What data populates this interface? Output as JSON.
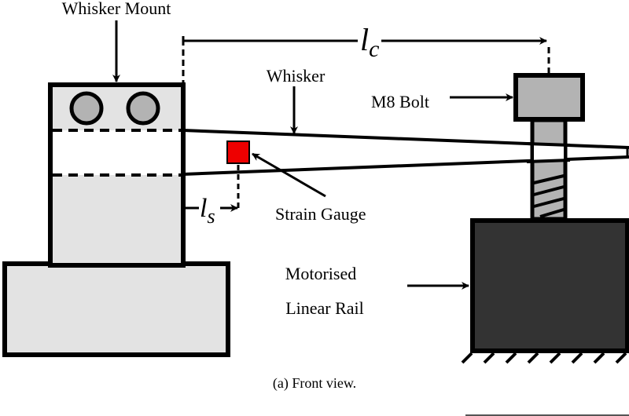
{
  "figure": {
    "caption": "(a) Front view.",
    "labels": {
      "whisker_mount": "Whisker Mount",
      "whisker": "Whisker",
      "m8_bolt": "M8 Bolt",
      "strain_gauge": "Strain Gauge",
      "motorised": "Motorised",
      "linear_rail": "Linear Rail"
    },
    "dimensions": {
      "lc": {
        "symbol": "l",
        "subscript": "c"
      },
      "ls": {
        "symbol": "l",
        "subscript": "s"
      }
    },
    "colors": {
      "mount_fill": "#e3e3e3",
      "bolt_fill": "#b3b3b3",
      "rail_fill": "#333333",
      "strain_gauge_fill": "#ee0000",
      "stroke": "#000000"
    }
  }
}
